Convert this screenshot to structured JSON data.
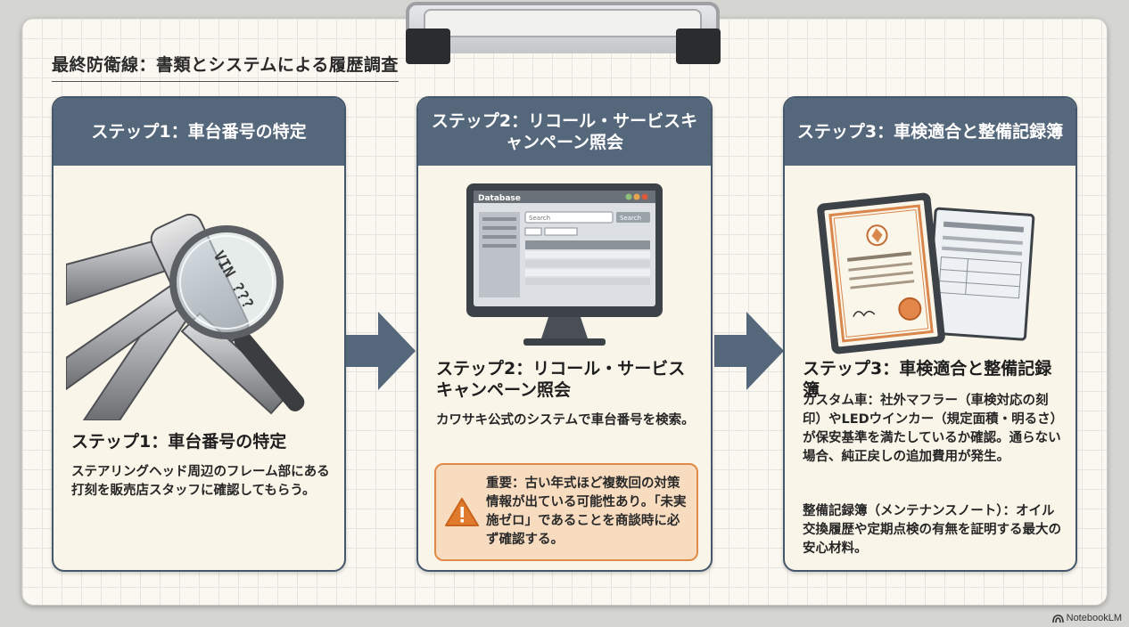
{
  "page_title": "最終防衛線：書類とシステムによる履歴調査",
  "steps": [
    {
      "header": "ステップ1：車台番号の特定",
      "subtitle": "ステップ1：車台番号の特定",
      "body": "ステアリングヘッド周辺のフレーム部にある打刻を販売店スタッフに確認してもらう。",
      "illustration_text": "VIN ???"
    },
    {
      "header": "ステップ2：リコール・サービスキャンペーン照会",
      "subtitle": "ステップ2：リコール・サービスキャンペーン照会",
      "body": "カワサキ公式のシステムで車台番号を検索。",
      "warning": "重要：古い年式ほど複数回の対策情報が出ている可能性あり。「未実施ゼロ」であることを商談時に必ず確認する。",
      "screen": {
        "window_title": "Database",
        "search_placeholder": "Search",
        "search_button": "Search"
      }
    },
    {
      "header": "ステップ3：車検適合と整備記録簿",
      "subtitle": "ステップ3：車検適合と整備記録簿",
      "body": "カスタム車：社外マフラー（車検対応の刻印）やLEDウインカー（規定面積・明るさ）が保安基準を満たしているか確認。通らない場合、純正戻しの追加費用が発生。",
      "body2": "整備記録簿（メンテナンスノート）：オイル交換履歴や定期点検の有無を証明する最大の安心材料。"
    }
  ],
  "brand": "NotebookLM",
  "colors": {
    "header": "#55677b",
    "card_bg": "#f9f5e8",
    "arrow": "#55677b",
    "warning_bg": "#f8dcc0",
    "warning_border": "#e08a48"
  }
}
